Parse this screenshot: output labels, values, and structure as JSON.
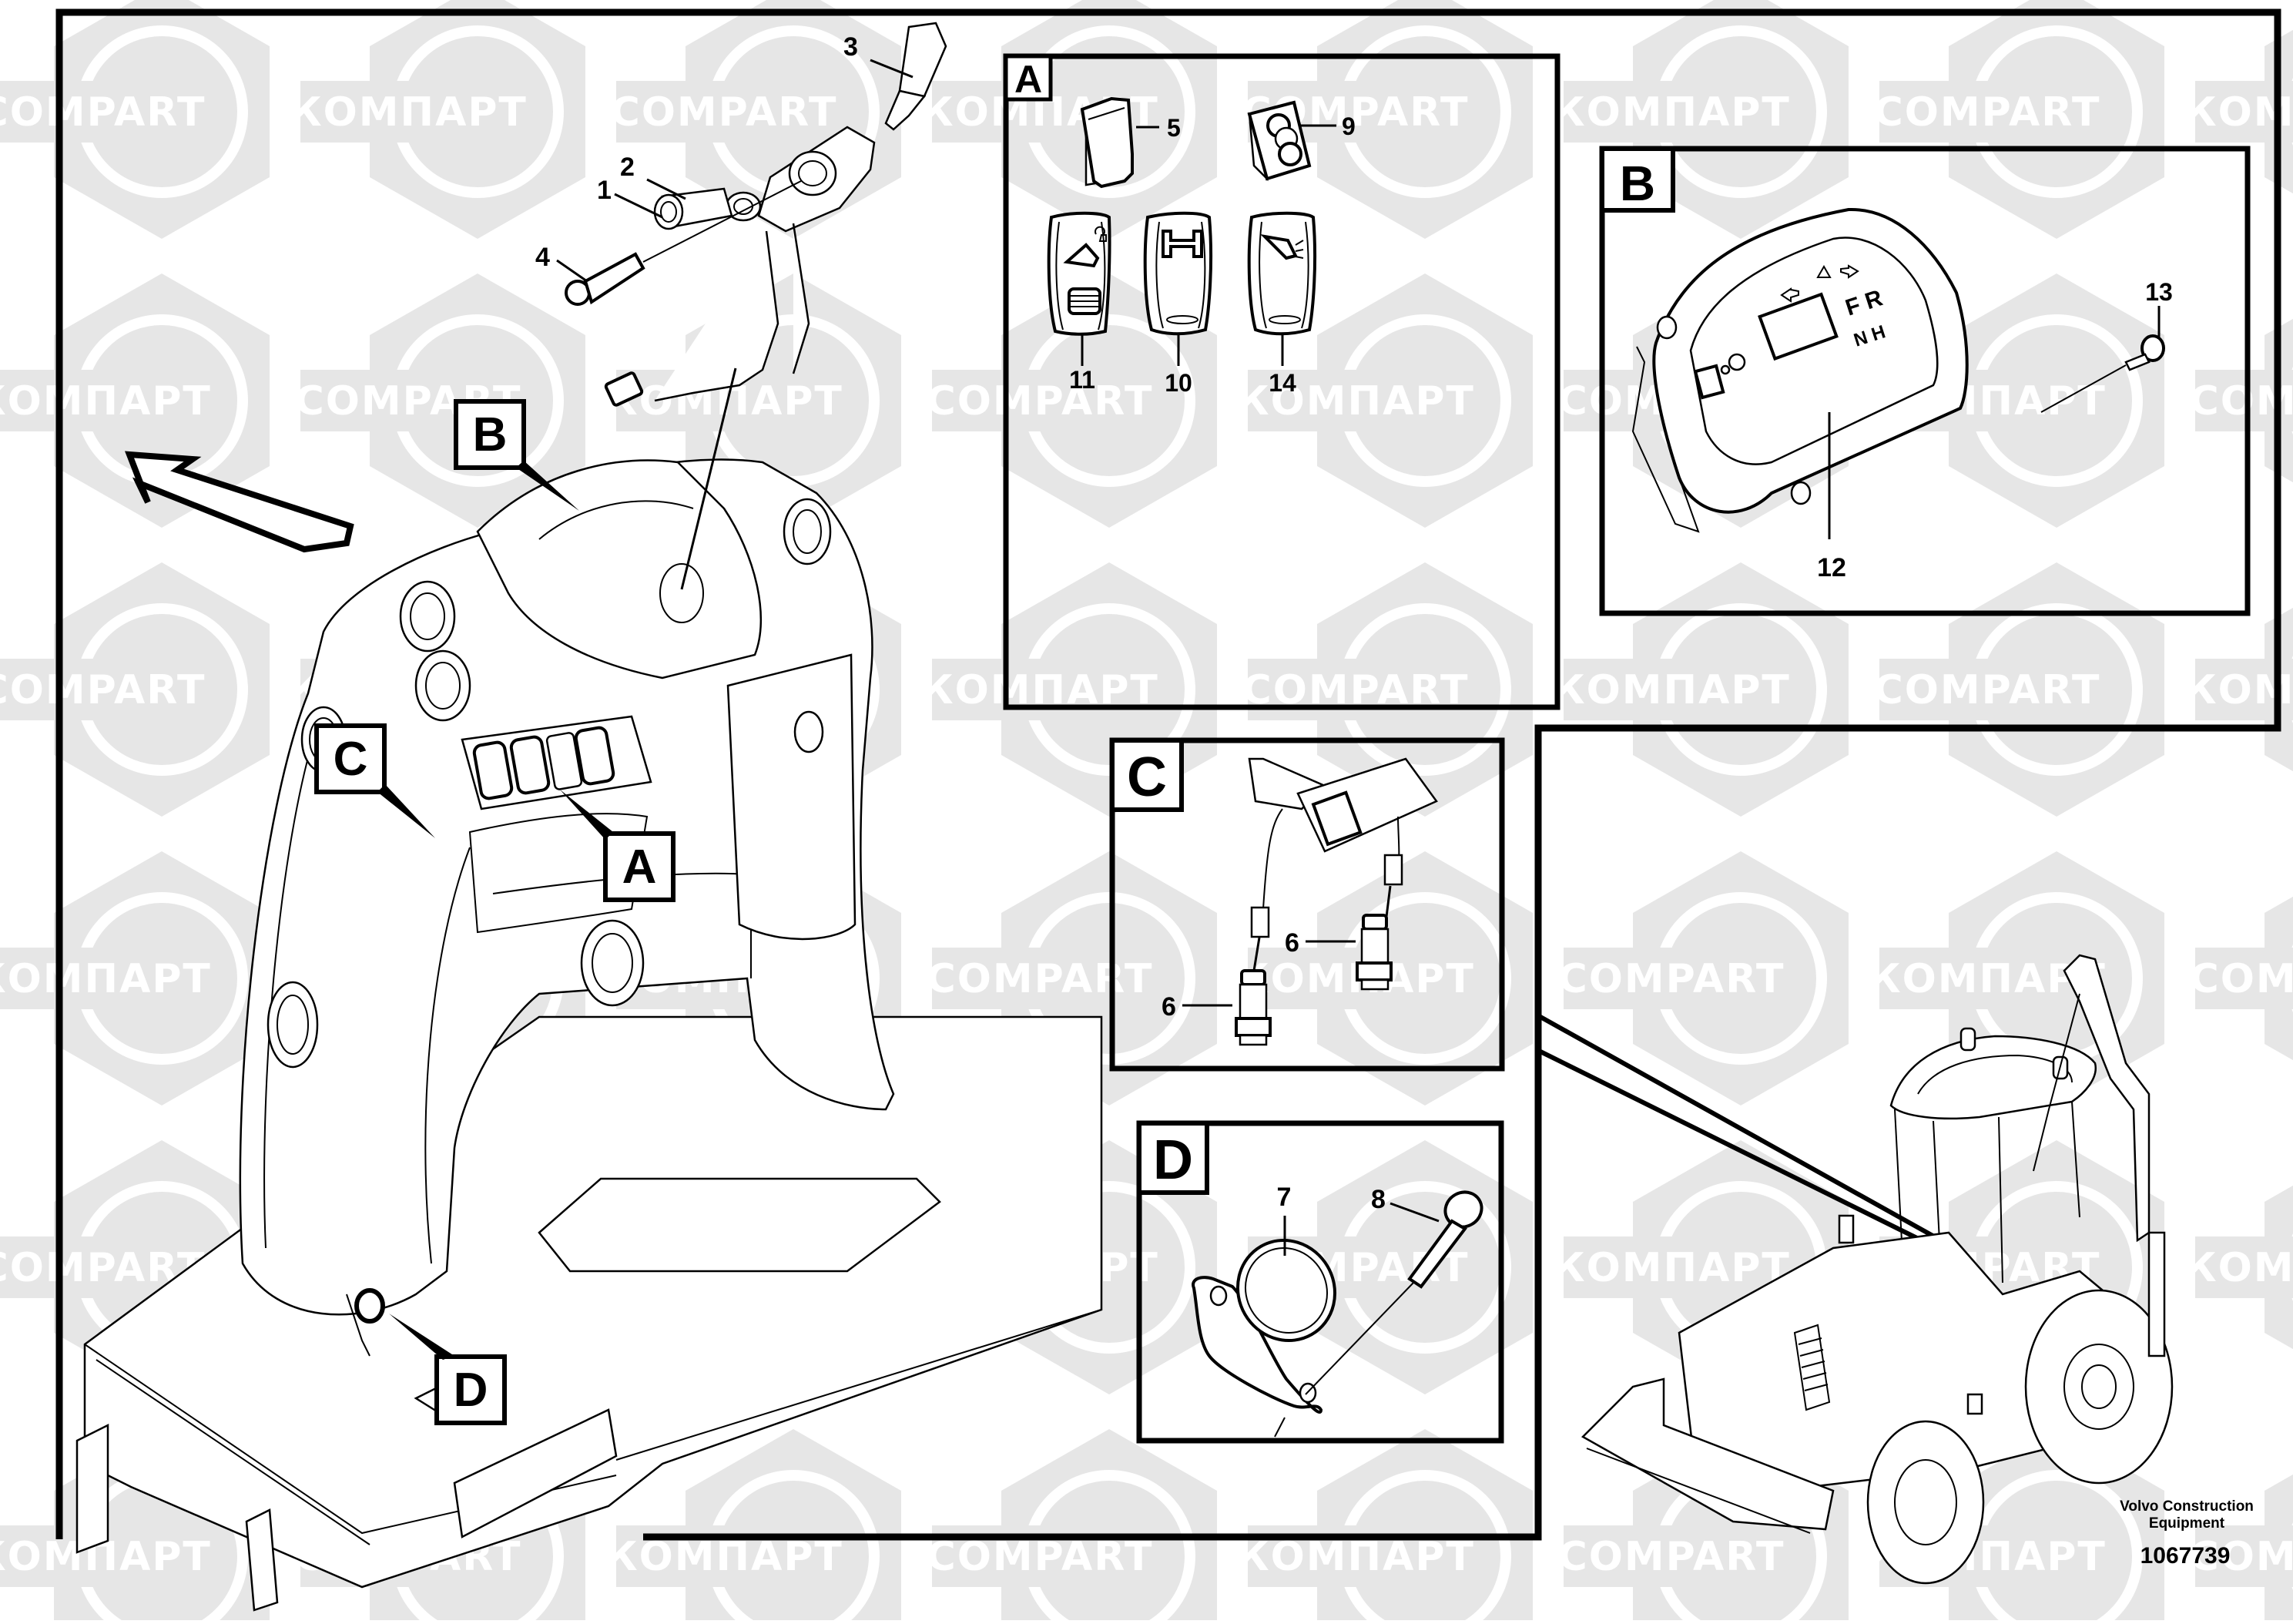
{
  "document": {
    "type": "parts-catalog-illustration",
    "publisher": "Volvo Construction Equipment",
    "illustration_number": "1067739"
  },
  "footer": {
    "brand_line1": "Volvo Construction",
    "brand_line2": "Equipment",
    "illustration_number": "1067739"
  },
  "watermark": {
    "text_latin": "COMPART",
    "text_cyrillic": "КОМПАРТ",
    "color": "#e6e6e6"
  },
  "main_view": {
    "detail_labels": [
      "A",
      "B",
      "C",
      "D"
    ],
    "callouts": [
      "1",
      "2",
      "3",
      "4"
    ],
    "direction_arrow": "forward-direction-arrow"
  },
  "panels": {
    "A": {
      "letter": "A",
      "callouts": [
        "5",
        "9",
        "11",
        "10",
        "14"
      ],
      "parts": [
        {
          "number": "5",
          "description": "rocker-switch-housing"
        },
        {
          "number": "9",
          "description": "rocker-switch-with-indicator-lenses"
        },
        {
          "number": "11",
          "description": "rocker-switch-cover-bucket-lock"
        },
        {
          "number": "10",
          "description": "rocker-switch-cover-four-wheel-drive"
        },
        {
          "number": "14",
          "description": "rocker-switch-cover-work-lights"
        }
      ]
    },
    "B": {
      "letter": "B",
      "callouts": [
        "13",
        "12"
      ],
      "parts": [
        {
          "number": "12",
          "description": "instrument-panel-cluster"
        },
        {
          "number": "13",
          "description": "screw"
        }
      ],
      "display_glyphs": {
        "gear_letters": "F R",
        "neutral_letters": "N H"
      }
    },
    "C": {
      "letter": "C",
      "callouts": [
        "6",
        "6"
      ],
      "parts": [
        {
          "number": "6",
          "description": "pressure-switch-sensor"
        }
      ]
    },
    "D": {
      "letter": "D",
      "callouts": [
        "7",
        "8"
      ],
      "parts": [
        {
          "number": "7",
          "description": "button-plug-flange"
        },
        {
          "number": "8",
          "description": "torx-bolt"
        }
      ]
    }
  },
  "overview_machine": "backhoe-loader"
}
